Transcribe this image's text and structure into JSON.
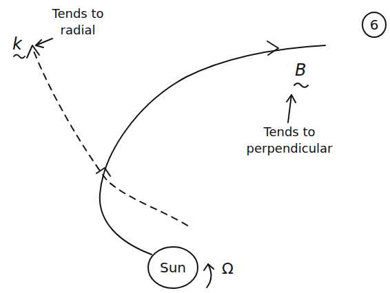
{
  "diagram": {
    "nodes": [
      {
        "text": [
          "6"
        ]
      },
      {
        "text": [
          "Sun"
        ]
      }
    ],
    "labels": [
      "k",
      "Tends to radial",
      "B",
      "Tends to perpendicular",
      "Ω"
    ]
  }
}
